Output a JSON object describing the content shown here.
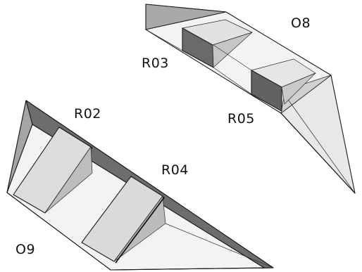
{
  "labels": {
    "part_upper": "O8",
    "part_lower": "O9",
    "room_r02": "R02",
    "room_r03": "R03",
    "room_r04": "R04",
    "room_r05": "R05"
  },
  "colors": {
    "light_face": "#eeeeee",
    "pale_face": "#f7f7f7",
    "mid_face": "#b8b8b8",
    "dark_face": "#707070",
    "darker_face": "#5a5a5a",
    "edge": "#1a1a1a"
  }
}
